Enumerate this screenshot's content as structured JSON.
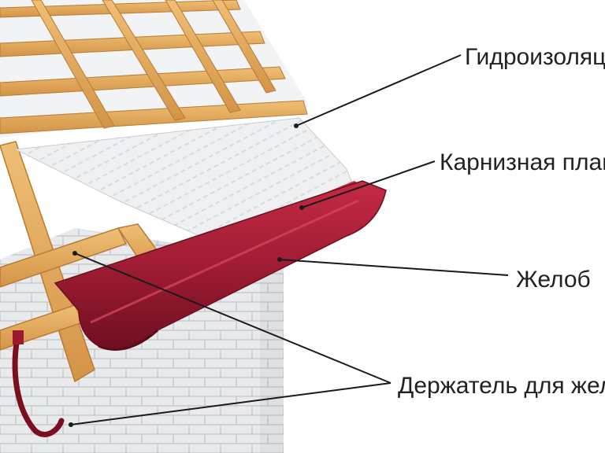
{
  "labels": {
    "waterproofing": "Гидроизоляция",
    "eaves_strip": "Карнизная планка",
    "gutter": "Желоб",
    "gutter_holder": "Держатель для желоба"
  },
  "colors": {
    "wood": "#e2a85a",
    "wood_dark": "#b97a32",
    "membrane": "#eef0f2",
    "gutter": "#a01c34",
    "gutter_dark": "#6e0f20",
    "brick": "#e9eaec",
    "brick_line": "#c9cbcf",
    "hook": "#7a0f1f"
  }
}
